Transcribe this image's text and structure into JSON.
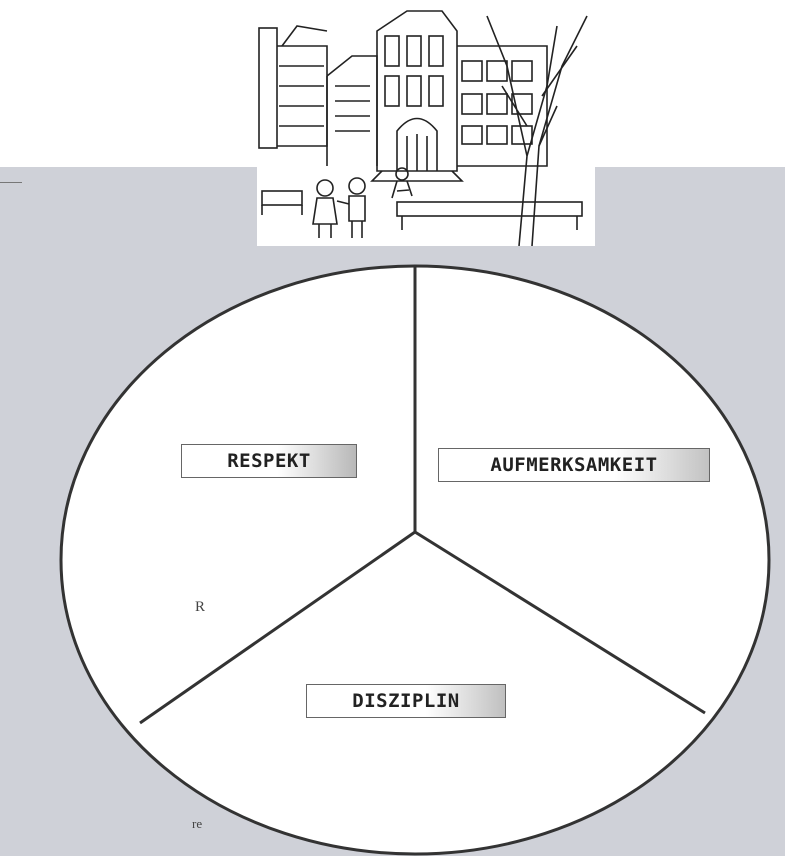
{
  "header_image": {
    "description_icon": "school-building-drawing-icon"
  },
  "segments": [
    {
      "id": "respekt",
      "label": "RESPEKT"
    },
    {
      "id": "aufmerksamkeit",
      "label": "AUFMERKSAMKEIT"
    },
    {
      "id": "disziplin",
      "label": "DISZIPLIN"
    }
  ],
  "stray_text": {
    "r": "R",
    "re": "re"
  },
  "colors": {
    "sheet": "#cfd1d8",
    "circle_fill": "#ffffff",
    "stroke": "#333333"
  }
}
